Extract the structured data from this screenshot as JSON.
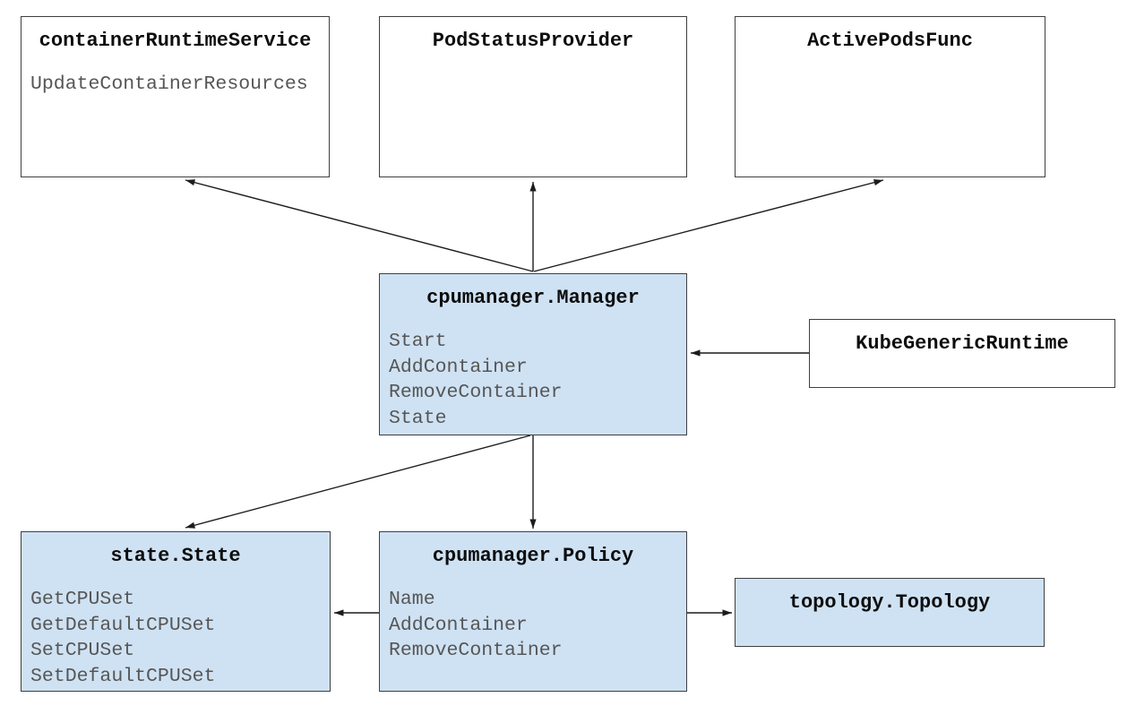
{
  "colors": {
    "node_fill_white": "#ffffff",
    "node_fill_blue": "#cfe2f3",
    "node_border": "#3f3f3f",
    "title_text": "#0e0e0e",
    "method_text": "#565656",
    "arrow": "#1c1c1c",
    "background": "#ffffff"
  },
  "nodes": {
    "container_runtime_service": {
      "title": "containerRuntimeService",
      "methods": [
        "UpdateContainerResources"
      ]
    },
    "pod_status_provider": {
      "title": "PodStatusProvider",
      "methods": []
    },
    "active_pods_func": {
      "title": "ActivePodsFunc",
      "methods": []
    },
    "cpumanager_manager": {
      "title": "cpumanager.Manager",
      "methods": [
        "Start",
        "AddContainer",
        "RemoveContainer",
        "State"
      ]
    },
    "kube_generic_runtime": {
      "title": "KubeGenericRuntime",
      "methods": []
    },
    "state_state": {
      "title": "state.State",
      "methods": [
        "GetCPUSet",
        "GetDefaultCPUSet",
        "SetCPUSet",
        "SetDefaultCPUSet"
      ]
    },
    "cpumanager_policy": {
      "title": "cpumanager.Policy",
      "methods": [
        "Name",
        "AddContainer",
        "RemoveContainer"
      ]
    },
    "topology_topology": {
      "title": "topology.Topology",
      "methods": []
    }
  },
  "edges": [
    {
      "from": "cpumanager_manager",
      "to": "container_runtime_service"
    },
    {
      "from": "cpumanager_manager",
      "to": "pod_status_provider"
    },
    {
      "from": "cpumanager_manager",
      "to": "active_pods_func"
    },
    {
      "from": "kube_generic_runtime",
      "to": "cpumanager_manager"
    },
    {
      "from": "cpumanager_manager",
      "to": "state_state"
    },
    {
      "from": "cpumanager_manager",
      "to": "cpumanager_policy"
    },
    {
      "from": "cpumanager_policy",
      "to": "state_state"
    },
    {
      "from": "cpumanager_policy",
      "to": "topology_topology"
    }
  ]
}
